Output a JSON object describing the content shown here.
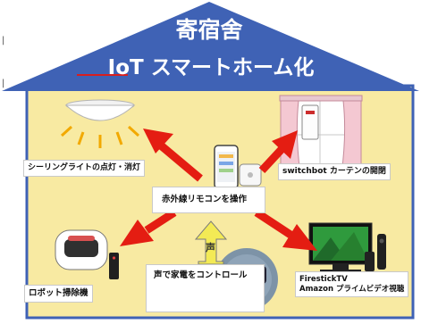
{
  "title": {
    "line1": "寄宿舍",
    "line2": "IoT スマートホーム化"
  },
  "hub_label": "赤外線リモコンを操作",
  "voice_label": "声で家電をコントロール",
  "voice_badge": "声",
  "devices": {
    "ceiling_light": "シーリングライトの点灯・消灯",
    "curtain": "switchbot カーテンの開閉",
    "robot_vacuum": "ロボット掃除機",
    "firestick_line1": "FirestickTV",
    "firestick_line2": "Amazon プライムビデオ視聴"
  },
  "colors": {
    "roof": "#3f62b5",
    "wall": "#f8eaa2",
    "arrow_red": "#e41d12",
    "arrow_yellow": "#f3ea55",
    "title_underline": "#d81e1e"
  }
}
